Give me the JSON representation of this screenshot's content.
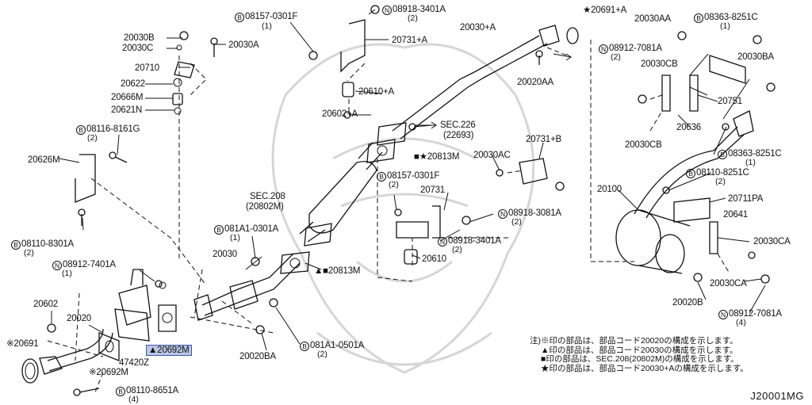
{
  "diagram_code": "J20001MG",
  "labels": {
    "l1": "08157-0301F",
    "l1q": "(1)",
    "l2": "08918-3401A",
    "l2q": "(2)",
    "l3": "★20691+A",
    "l4": "20030+A",
    "l5": "20030AA",
    "l6": "08363-8251C",
    "l6q": "(1)",
    "l7": "20030B",
    "l8": "20030C",
    "l9": "20030A",
    "l10": "20731+A",
    "l11": "08912-7081A",
    "l11q": "(2)",
    "l12": "20030BA",
    "l13": "20030CB",
    "l14": "20710",
    "l15": "20020AA",
    "l16": "20622",
    "l17": "20610+A",
    "l18": "20751",
    "l19": "20666M",
    "l20": "20621N",
    "l21": "20602+A",
    "l22": "SEC.226",
    "l22b": "(22693)",
    "l23": "20636",
    "l24": "08116-8161G",
    "l24q": "(2)",
    "l25": "20030CB",
    "l26": "20731+B",
    "l27": "08363-8251C",
    "l27q": "(1)",
    "l28": "■★20813M",
    "l29": "20030AC",
    "l30": "20626M",
    "l31": "08157-0301F",
    "l31q": "(2)",
    "l32": "08110-8251C",
    "l32q": "(2)",
    "l33": "20731",
    "l34": "20100",
    "l35": "20711PA",
    "l36": "SEC.208",
    "l36b": "(20802M)",
    "l37": "08918-3081A",
    "l37q": "(2)",
    "l38": "20641",
    "l39": "08110-8301A",
    "l39q": "(2)",
    "l40": "081A1-0301A",
    "l40q": "(1)",
    "l41": "08918-3401A",
    "l41q": "(2)",
    "l42": "20030CA",
    "l43": "20030",
    "l44": "08912-7401A",
    "l44q": "(1)",
    "l45": "20610",
    "l46": "▲■20813M",
    "l47": "20030CA",
    "l48": "20602",
    "l49": "20020B",
    "l50": "20020",
    "l51": "08912-7081A",
    "l51q": "(4)",
    "l52": "※20691",
    "l53": "47420Z",
    "l54": "▲20692M",
    "l55": "※20692M",
    "l56": "20020BA",
    "l57": "081A1-0501A",
    "l57q": "(2)",
    "l58": "08110-8651A",
    "l58q": "(4)",
    "mark_b": "B",
    "mark_n": "N"
  },
  "notes": {
    "n1": "注)※印の部品は、部品コード20020の構成を示します。",
    "n2": "▲印の部品は、部品コード20030の構成を示します。",
    "n3": "■印の部品は、SEC.208(20802M)の構成を示します。",
    "n4": "★印の部品は、部品コード20030+Aの構成を示します。"
  }
}
